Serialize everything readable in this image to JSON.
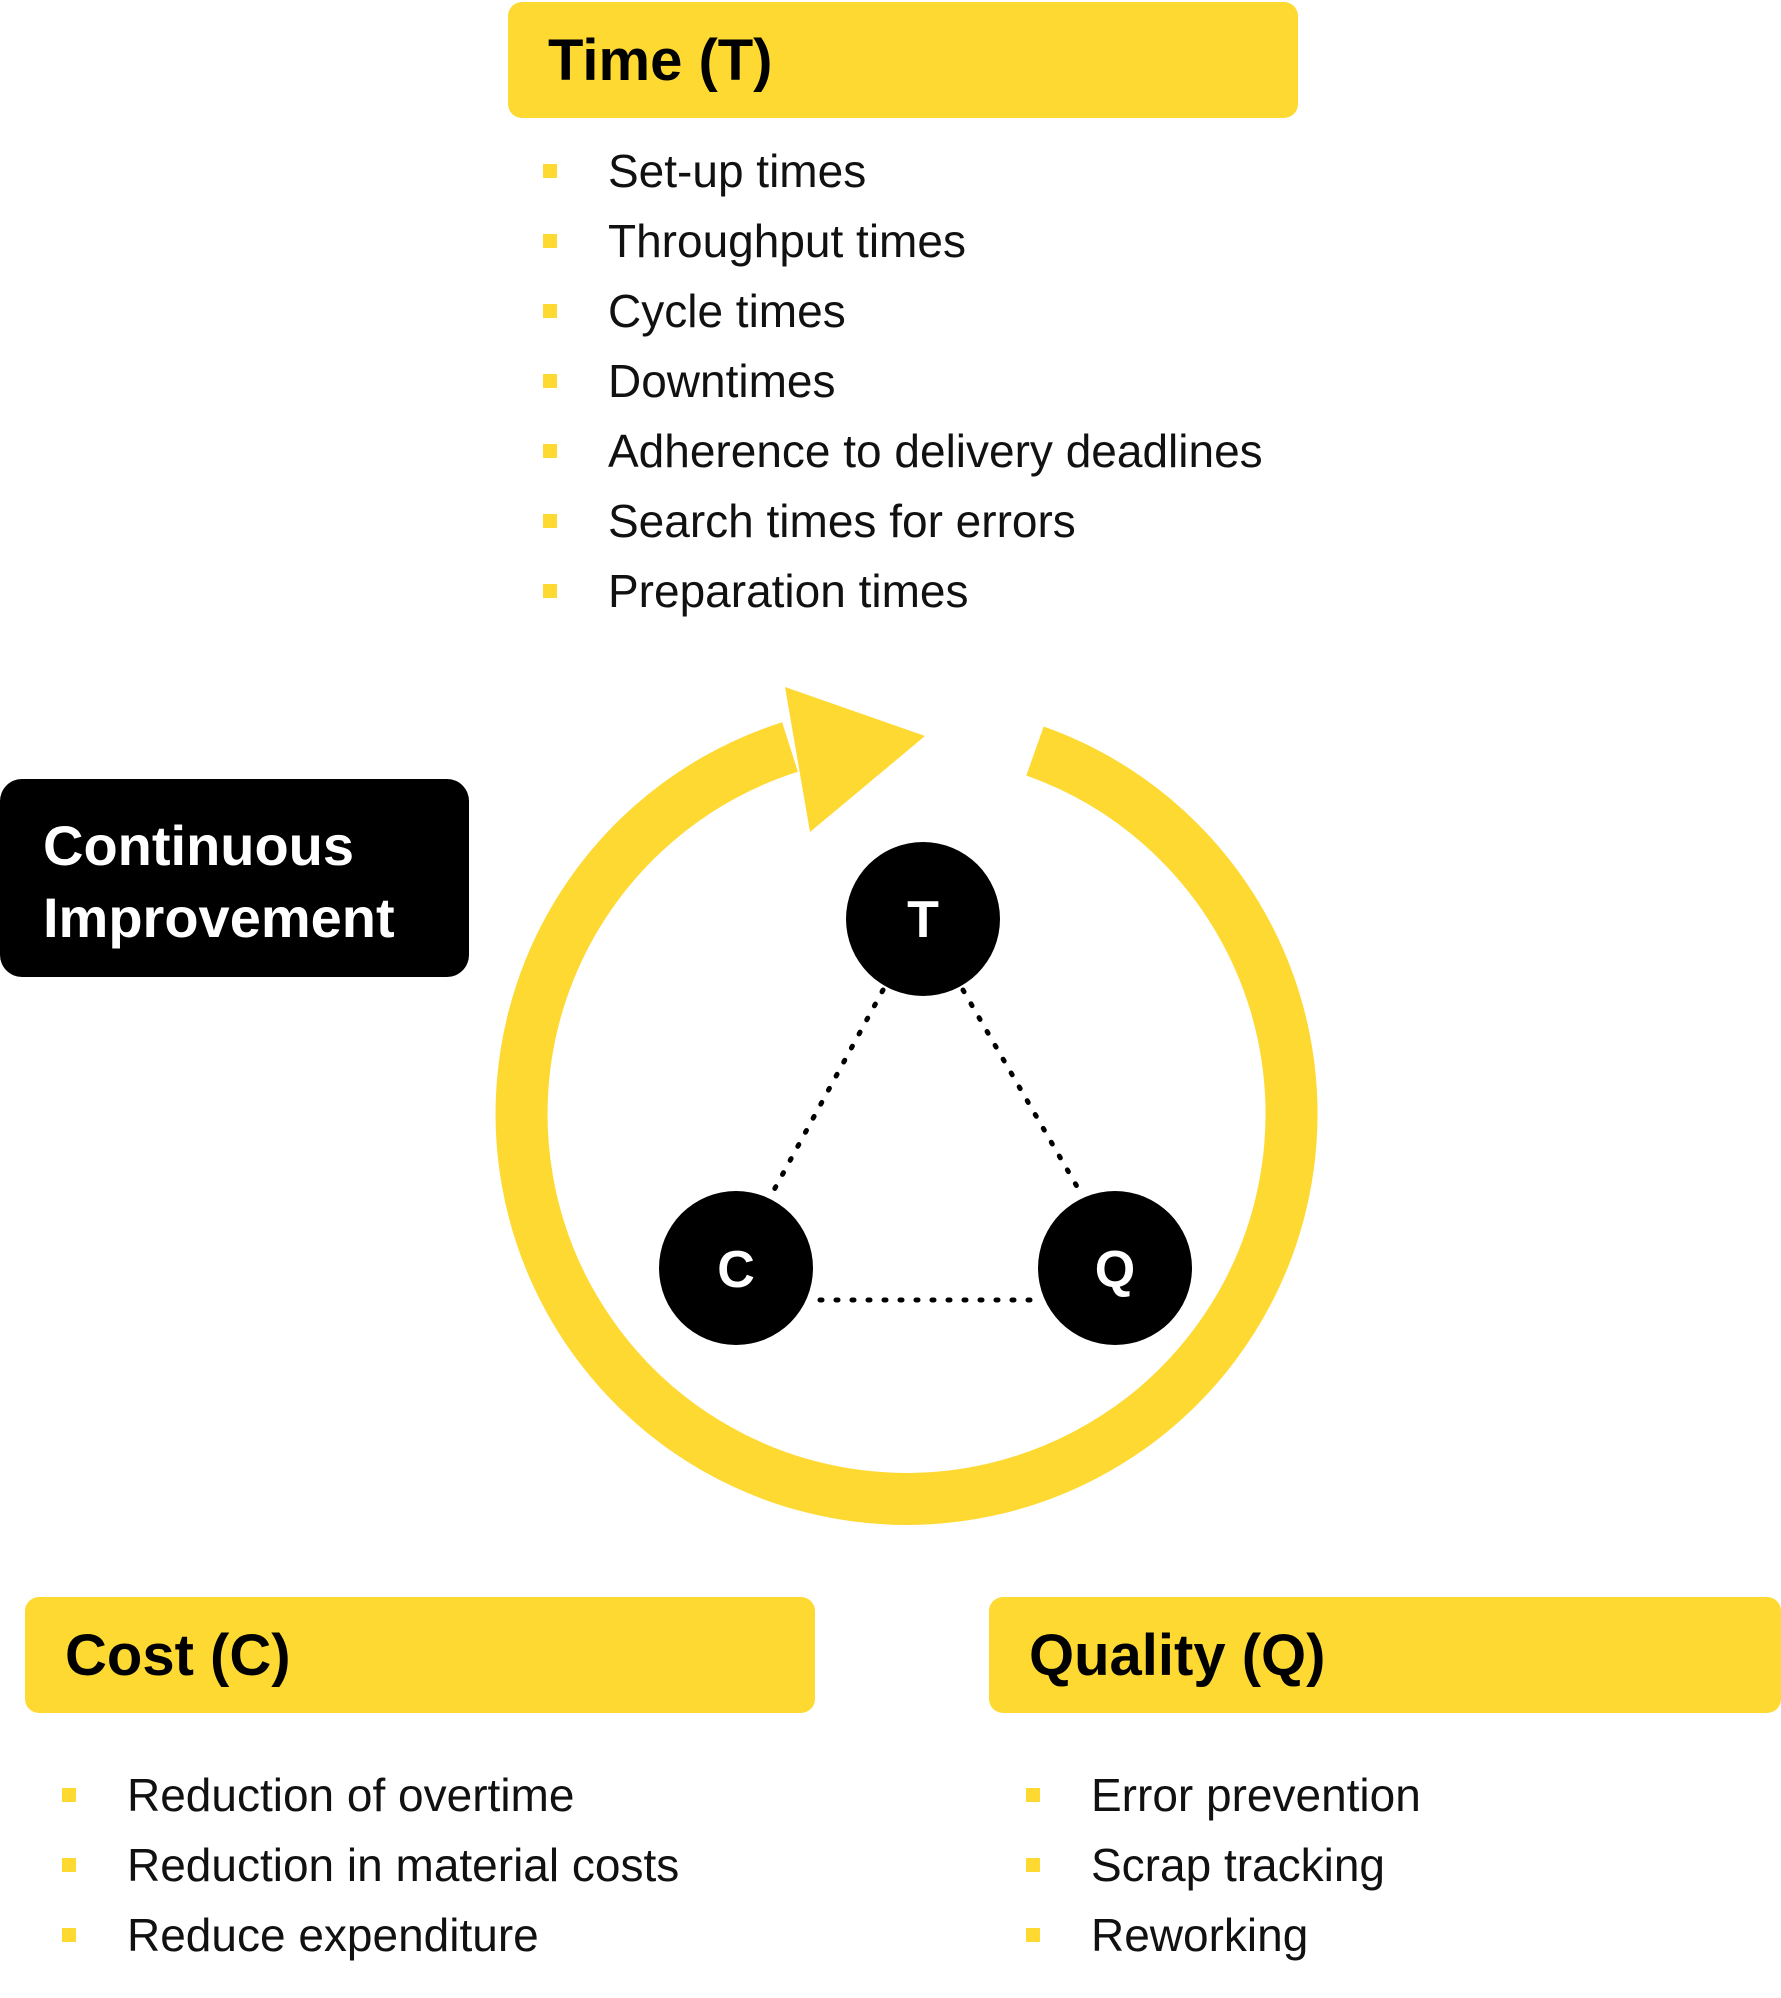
{
  "time": {
    "title": "Time (T)",
    "items": [
      "Set-up times",
      "Throughput times",
      "Cycle times",
      "Downtimes",
      "Adherence to delivery deadlines",
      "Search times for errors",
      "Preparation times"
    ]
  },
  "cost": {
    "title": "Cost (C)",
    "items": [
      "Reduction of overtime",
      "Reduction in material costs",
      "Reduce expenditure"
    ]
  },
  "quality": {
    "title": "Quality (Q)",
    "items": [
      "Error prevention",
      "Scrap tracking",
      "Reworking"
    ]
  },
  "continuous_improvement": {
    "line1": "Continuous",
    "line2": "Improvement"
  },
  "nodes": {
    "t": "T",
    "c": "C",
    "q": "Q"
  },
  "colors": {
    "accent": "#FDD931",
    "dark": "#000000",
    "text": "#111111"
  }
}
